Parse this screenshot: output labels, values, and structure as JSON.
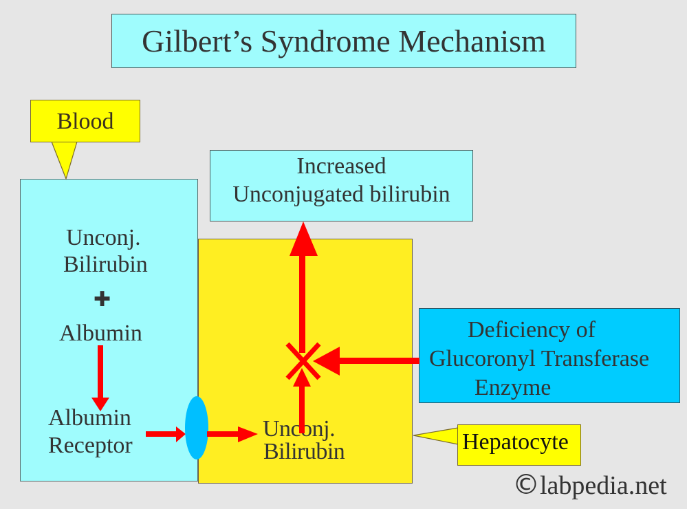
{
  "title": "Gilbert’s Syndrome Mechanism",
  "callouts": {
    "blood": "Blood",
    "hepatocyte": "Hepatocyte"
  },
  "blood_compartment": {
    "unconj_line1": "Unconj.",
    "unconj_line2": "Bilirubin",
    "plus_symbol": "✚",
    "albumin": "Albumin",
    "receptor_line1": "Albumin",
    "receptor_line2": "Receptor"
  },
  "hepatocyte_compartment": {
    "unconj_line1": "Unconj.",
    "unconj_line2": "Bilirubin"
  },
  "result": {
    "line1": "Increased",
    "line2": "Unconjugated bilirubin"
  },
  "enzyme": {
    "line1": "Deficiency of",
    "line2": "Glucoronyl Transferase",
    "line3": "Enzyme"
  },
  "watermark": {
    "symbol": "©",
    "text": "labpedia.net"
  },
  "colors": {
    "background": "#e6e6e6",
    "cyan_box": "#9ffcfd",
    "yellow": "#ffee22",
    "callout_yellow": "#ffff00",
    "enzyme_blue": "#00ccff",
    "receptor_blue": "#00bfff",
    "arrow_red": "#ff0000"
  }
}
